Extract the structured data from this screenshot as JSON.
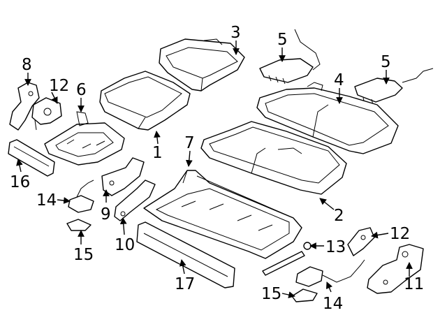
{
  "callouts": {
    "c1": "1",
    "c2": "2",
    "c3": "3",
    "c4": "4",
    "c5a": "5",
    "c5b": "5",
    "c6": "6",
    "c7": "7",
    "c8": "8",
    "c9": "9",
    "c10": "10",
    "c11": "11",
    "c12a": "12",
    "c12b": "12",
    "c13": "13",
    "c14a": "14",
    "c14b": "14",
    "c15a": "15",
    "c15b": "15",
    "c16": "16",
    "c17": "17"
  }
}
